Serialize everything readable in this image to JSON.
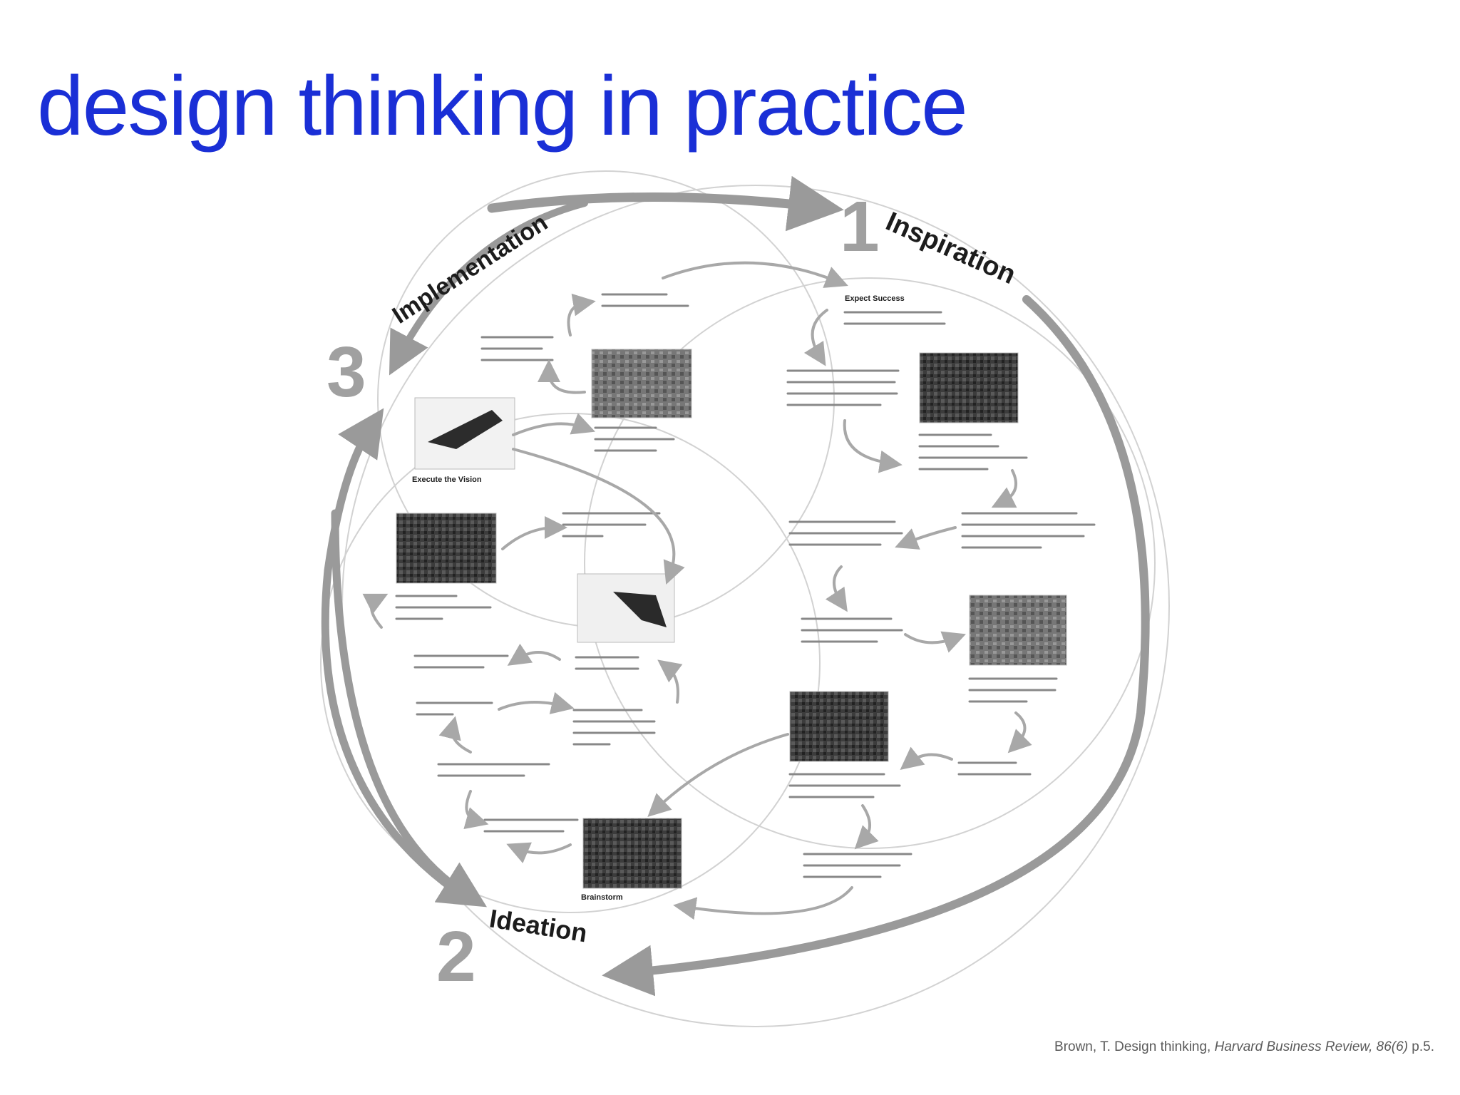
{
  "title": "design thinking in practice",
  "phases": [
    {
      "number": "1",
      "label": "Inspiration"
    },
    {
      "number": "2",
      "label": "Ideation"
    },
    {
      "number": "3",
      "label": "Implementation"
    }
  ],
  "captions": {
    "expect_success": "Expect Success",
    "execute_vision": "Execute the Vision",
    "brainstorm": "Brainstorm"
  },
  "citation": {
    "plain": "Brown, T. Design thinking, ",
    "italic": "Harvard Business Review, 86(6)",
    "tail": " p.5."
  },
  "colors": {
    "title": "#1a2fd6",
    "arrow": "#9a9a9a",
    "circle": "#cfcfcf"
  }
}
